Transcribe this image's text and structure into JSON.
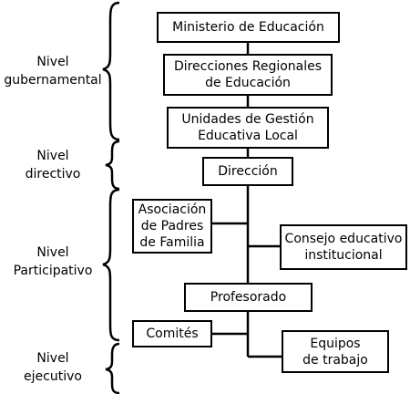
{
  "levels": {
    "gubernamental": "Nivel\ngubernamental",
    "directivo": "Nivel\ndirectivo",
    "participativo": "Nivel\nParticipativo",
    "ejecutivo": "Nivel\nejecutivo"
  },
  "boxes": {
    "ministerio": "Ministerio de Educación",
    "direcciones_regionales": "Direcciones Regionales\nde Educación",
    "ugel": "Unidades de Gestión\nEducativa Local",
    "direccion": "Dirección",
    "apafa": "Asociación\nde Padres\nde Familia",
    "consejo": "Consejo educativo\ninstitucional",
    "profesorado": "Profesorado",
    "comites": "Comités",
    "equipos": "Equipos\nde trabajo"
  },
  "colors": {
    "stroke": "#000000",
    "background": "#ffffff"
  }
}
